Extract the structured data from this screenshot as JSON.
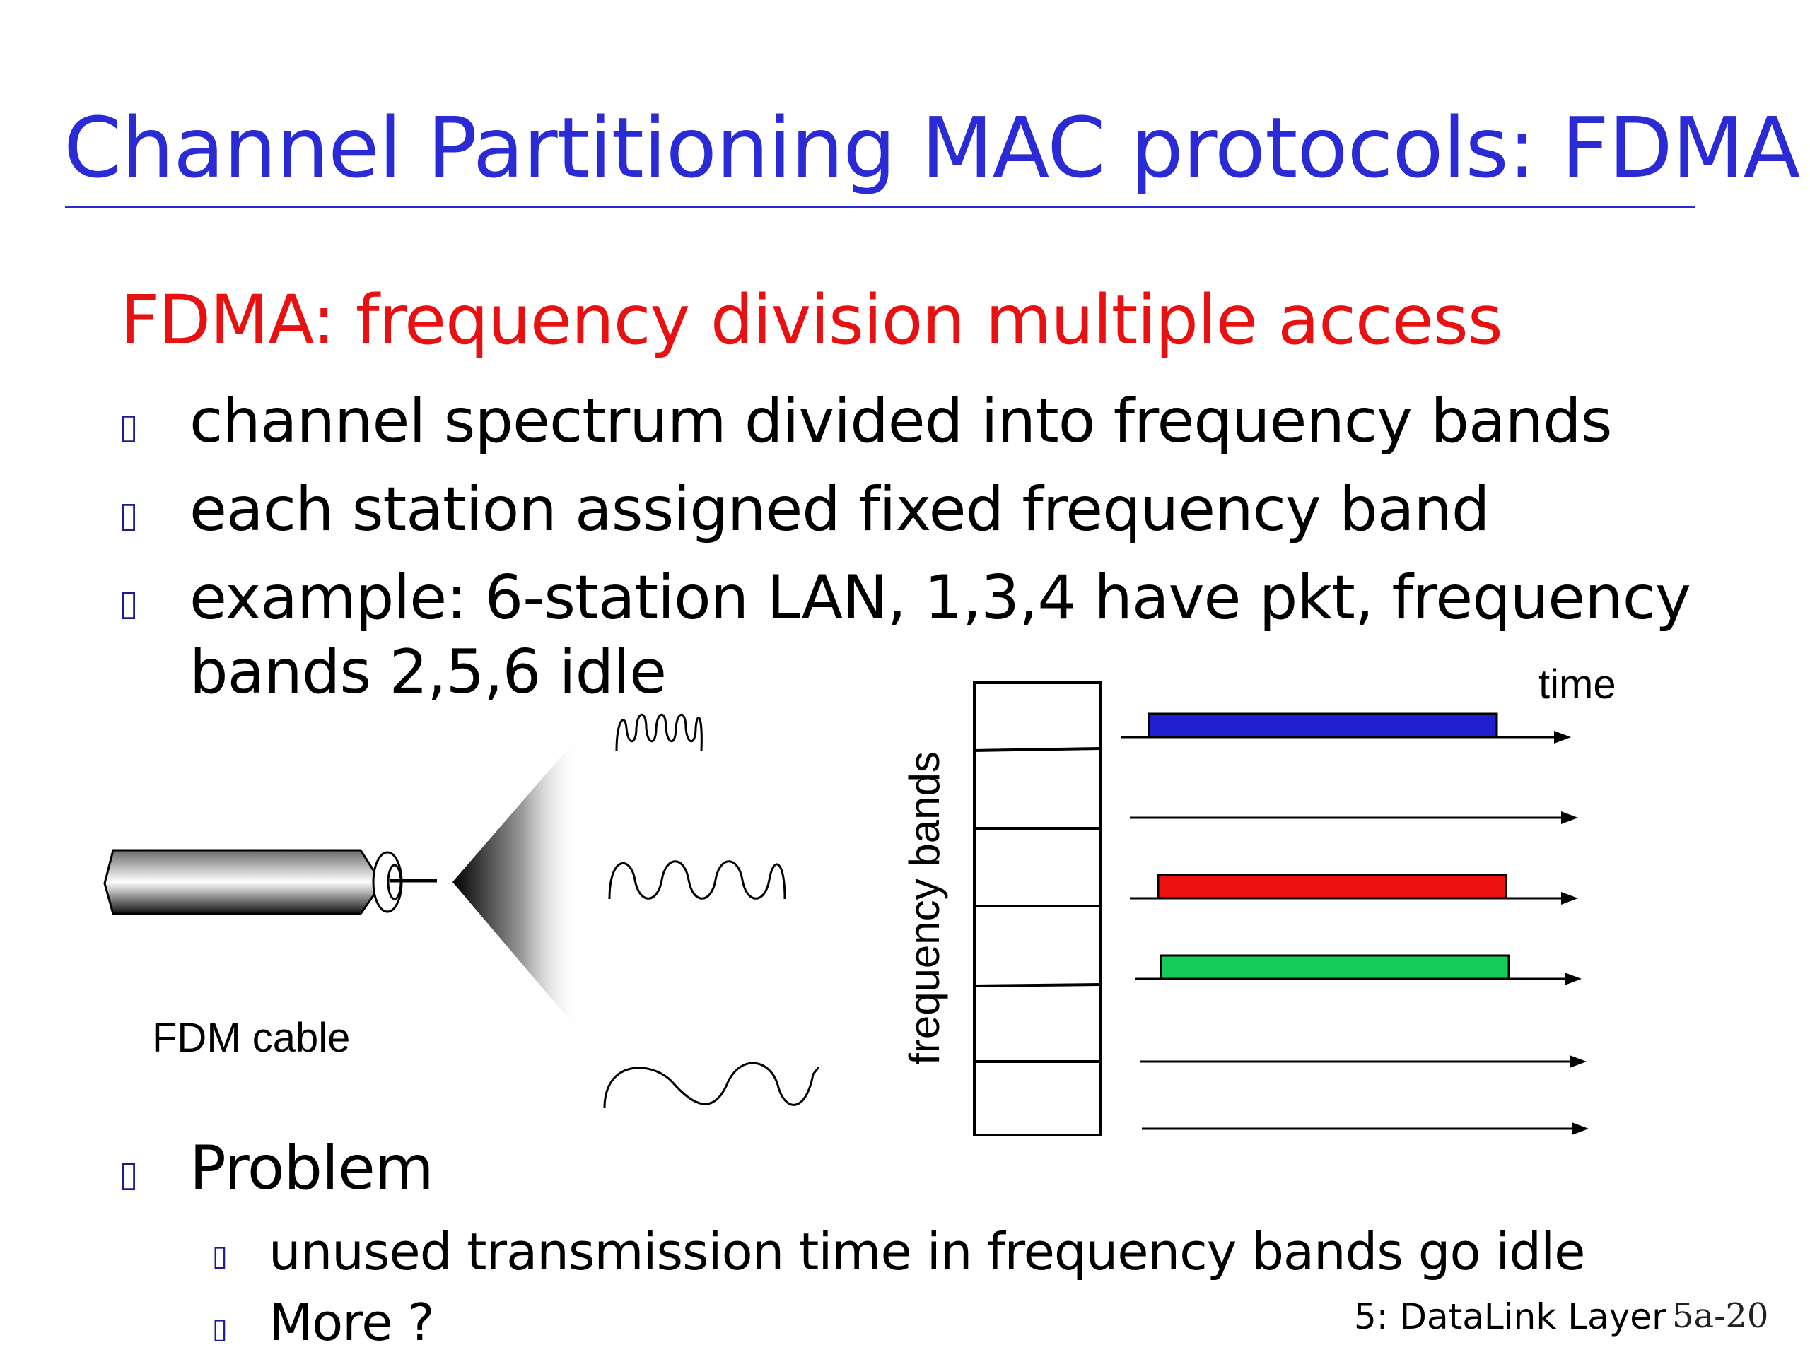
{
  "slide": {
    "title": "Channel Partitioning MAC protocols: FDMA",
    "heading": "FDMA: frequency division multiple access",
    "bullets": [
      "channel spectrum divided into frequency bands",
      "each station assigned fixed frequency band",
      "example: 6-station LAN, 1,3,4 have pkt, frequency",
      "bands 2,5,6 idle"
    ],
    "problem": {
      "label": "Problem",
      "sub_bullets": [
        "unused transmission time in frequency bands go idle",
        "More ?"
      ]
    },
    "bullet_icon": "square-bullet-icon",
    "footer": "5: DataLink Layer",
    "page_number": "5a-20"
  },
  "diagram": {
    "cable_label": "FDM cable",
    "axis_y_label": "frequency bands",
    "axis_x_label": "time",
    "bands": [
      {
        "band": 1,
        "active": true,
        "color": "#1f1fd0"
      },
      {
        "band": 2,
        "active": false,
        "color": ""
      },
      {
        "band": 3,
        "active": true,
        "color": "#ee1111"
      },
      {
        "band": 4,
        "active": true,
        "color": "#15cc5a"
      },
      {
        "band": 5,
        "active": false,
        "color": ""
      },
      {
        "band": 6,
        "active": false,
        "color": ""
      }
    ]
  }
}
